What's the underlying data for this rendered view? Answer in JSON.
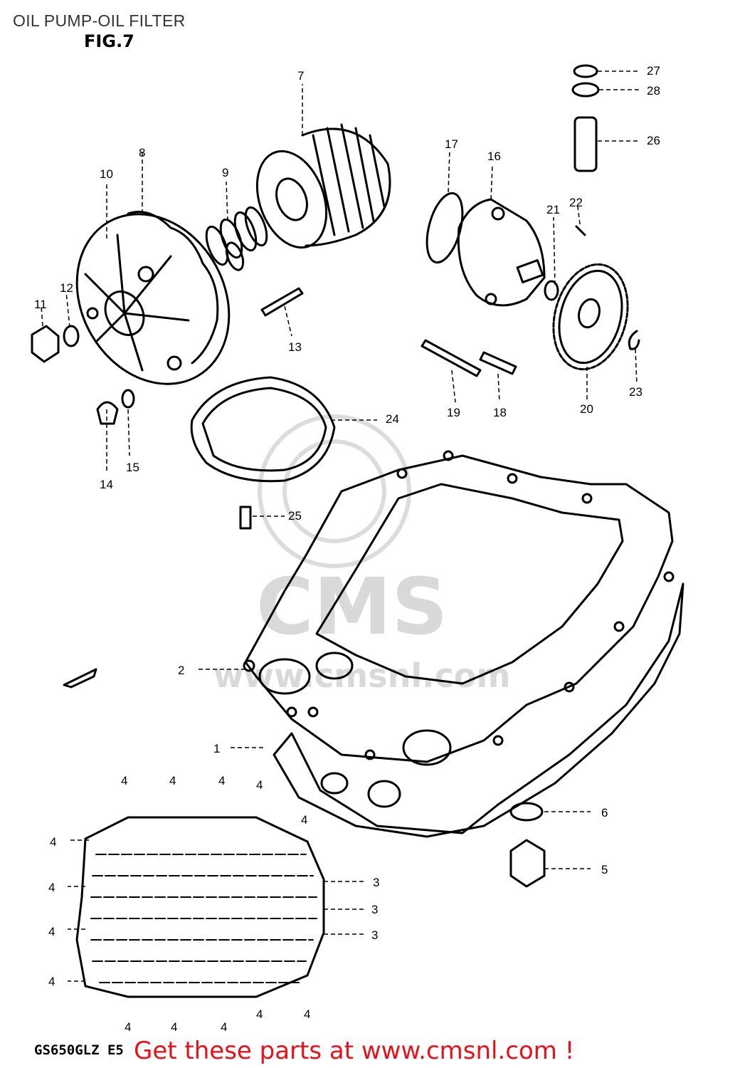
{
  "page": {
    "title": "OIL PUMP-OIL FILTER",
    "figure_label": "FIG.7",
    "model_code": "GS650GLZ E5",
    "banner": "Get these parts at www.cmsnl.com !",
    "watermark": {
      "brand": "CMS",
      "url": "www.cmsnl.com"
    }
  },
  "parts": [
    {
      "id": "p1",
      "label": "1"
    },
    {
      "id": "p2",
      "label": "2"
    },
    {
      "id": "p3a",
      "label": "3"
    },
    {
      "id": "p3b",
      "label": "3"
    },
    {
      "id": "p3c",
      "label": "3"
    },
    {
      "id": "p4",
      "label": "4"
    },
    {
      "id": "p5",
      "label": "5"
    },
    {
      "id": "p6",
      "label": "6"
    },
    {
      "id": "p7",
      "label": "7"
    },
    {
      "id": "p8",
      "label": "8"
    },
    {
      "id": "p9",
      "label": "9"
    },
    {
      "id": "p10",
      "label": "10"
    },
    {
      "id": "p11",
      "label": "11"
    },
    {
      "id": "p12",
      "label": "12"
    },
    {
      "id": "p13",
      "label": "13"
    },
    {
      "id": "p14",
      "label": "14"
    },
    {
      "id": "p15",
      "label": "15"
    },
    {
      "id": "p16",
      "label": "16"
    },
    {
      "id": "p17",
      "label": "17"
    },
    {
      "id": "p18",
      "label": "18"
    },
    {
      "id": "p19",
      "label": "19"
    },
    {
      "id": "p20",
      "label": "20"
    },
    {
      "id": "p21",
      "label": "21"
    },
    {
      "id": "p22",
      "label": "22"
    },
    {
      "id": "p23",
      "label": "23"
    },
    {
      "id": "p24",
      "label": "24"
    },
    {
      "id": "p25",
      "label": "25"
    },
    {
      "id": "p26",
      "label": "26"
    },
    {
      "id": "p27",
      "label": "27"
    },
    {
      "id": "p28",
      "label": "28"
    }
  ],
  "colors": {
    "line": "#000000",
    "banner": "#e8101a",
    "title": "#333333",
    "watermark": "#d9d9d9"
  }
}
